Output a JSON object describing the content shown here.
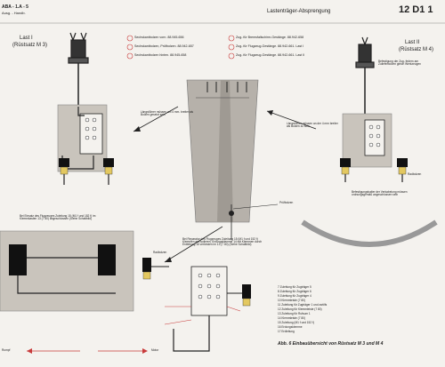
{
  "header": {
    "doc_ref": "ABA - 1.A - 5",
    "doc_ref_sub": "Ausg. - Handb.",
    "section_title": "Lastenträger-Absprengung",
    "page_no": "12 D1 1"
  },
  "lot_left": {
    "title": "Last I",
    "subtitle": "(Rüstsatz M 3)"
  },
  "lot_right": {
    "title": "Last II",
    "subtitle": "(Rüstsatz M 4)"
  },
  "legend_top": [
    {
      "n": "1",
      "text": "Sechskantbolzen vorn. 88.945-656"
    },
    {
      "n": "2",
      "text": "Sechskantbolzen, Prüfbolzen. 88.942-657"
    },
    {
      "n": "3",
      "text": "Sechskantbolzen hinten. 88.945-658"
    },
    {
      "n": "4",
      "text": "Zug- für Bremsfallschirm-Gestänge. 88.942-658"
    },
    {
      "n": "5",
      "text": "Zug- für Flugzeug-Gestänge. 88.942-661. Last I"
    },
    {
      "n": "6",
      "text": "Zug- für Flugzeug-Gestänge. 88.942-661. Last II"
    }
  ],
  "notes": {
    "left_clamp": "Längsführer müssen am 4 mm. breiter als Bolzen gesetzt sein",
    "right_clamp": "Längsführer müssen an der 4 mm breiter als Bolzen zu sein",
    "right_top": "Befestigung der Zug- federn am Zulieferbolzen gleich Werkzeugen",
    "right_mid": "Befestigungshalter der Verkabelung müssen ordnungsgemäß angeschlossen sein",
    "pruefbolzen": "Prüfbolzen",
    "left_bottom": "Bei Einsatz des Flugzeuges Zuleitung 15 (M1 f und 182 f) im Klemmkasten 13 (7 80) angeschlossen (Siehe Schaltbild)",
    "mid_bottom": "Bei Reparatur des Flugzeuges Zuleitung 15 (M1 f und 152 f) Klemmen am isolieren, Erdungsklemme 14 mit Klemmen durch Erdleitung 16 verbinden im 13 (7 80) (Siehe Schaltbild)",
    "radbolzen_left": "Radbolzen",
    "radbolzen_right": "Radbolzen",
    "rumpf": "Rumpf",
    "motor": "Motor"
  },
  "legend_bottom": [
    "7 Zuleitung für Zugträger 5",
    "8 Zuleitung für Zugträger 6",
    "9 Zuleitung für Zugträger 4",
    "10 Klemmleiste (7 80)",
    "11 Zuleitung für Zugträger 1 und zwölfs",
    "12 Zuleitung für Klemmleiste (7 80)",
    "13 Zuleitung für Rufsum 1",
    "14 Klemmleiste (7 80)",
    "15 Zuleitung (M1 f und 152 f)",
    "16 Erdungsklemme",
    "17 Erdleitung"
  ],
  "caption": "Abb. 6   Einbauübersicht von Rüstsatz M 3 und M 4"
}
